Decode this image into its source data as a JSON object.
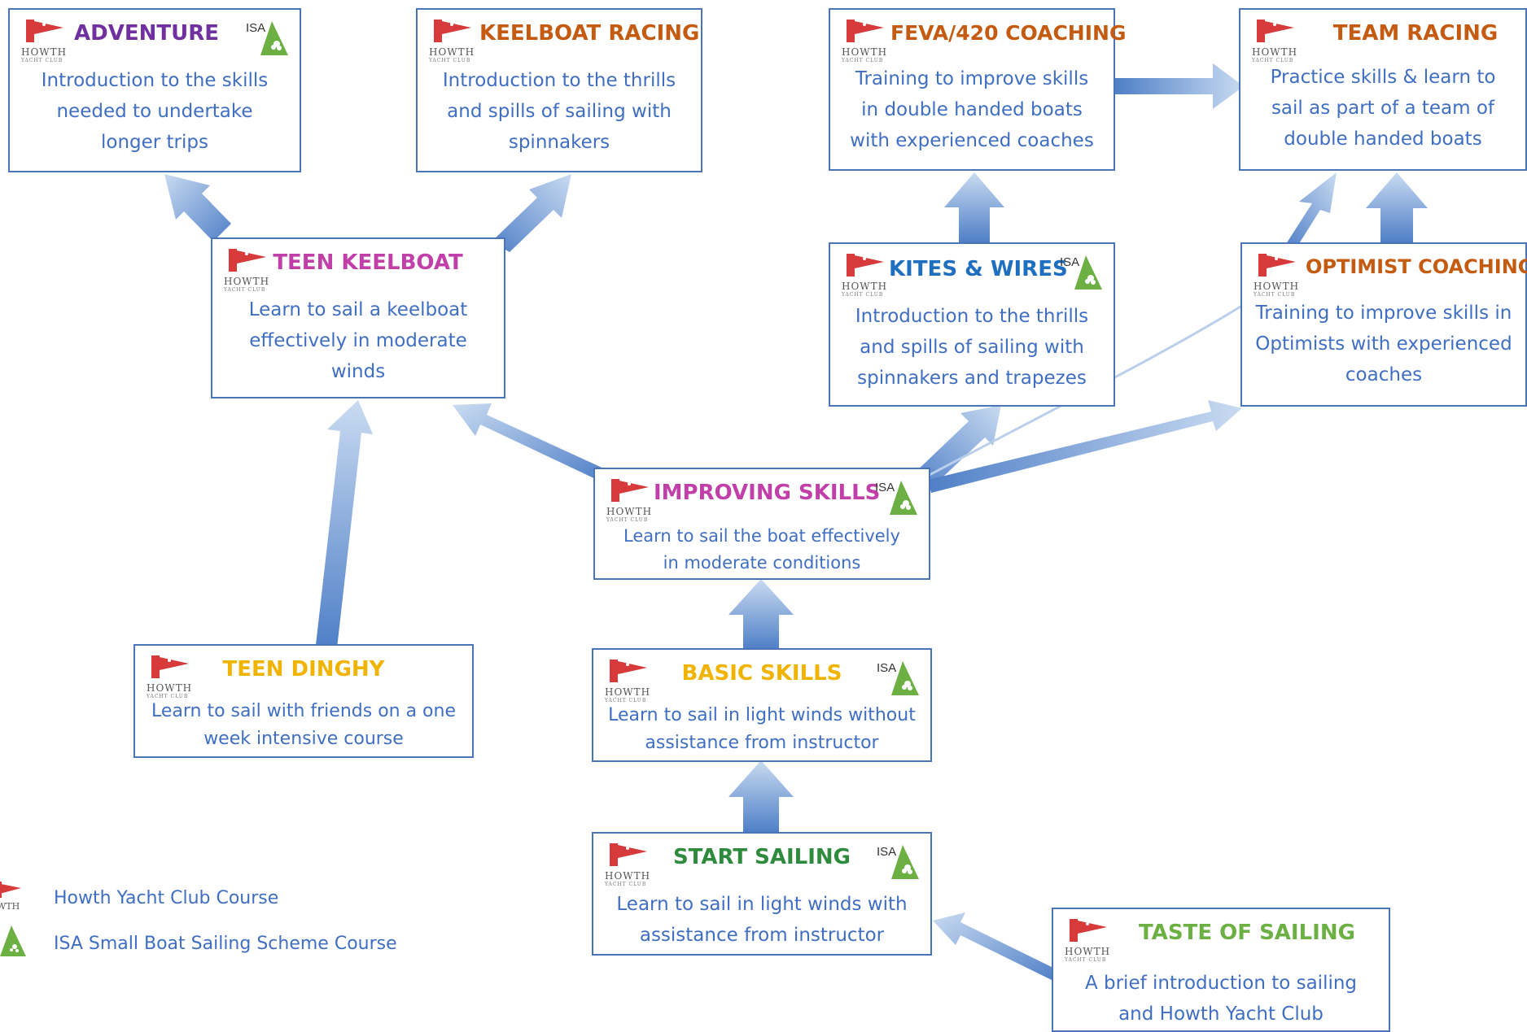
{
  "legend": {
    "hyc_label": "Howth Yacht Club Course",
    "isa_label": "ISA Small Boat Sailing Scheme Course"
  },
  "logos": {
    "hyc_word": "HOWTH",
    "hyc_sub": "YACHT CLUB",
    "isa_word": "ISA"
  },
  "colors": {
    "box_border": "#4a74b8",
    "description": "#3f6ec3",
    "arrow_light": "#c9dbf1",
    "arrow_dark": "#4f7fc7",
    "hyc_flag_red": "#d63a3a",
    "isa_green": "#6cb043"
  },
  "courses": {
    "adventure": {
      "title": "ADVENTURE",
      "color": "#7030a0",
      "description": "Introduction to the skills needed to undertake longer trips"
    },
    "keelboat_racing": {
      "title": "KEELBOAT RACING",
      "color": "#c55a11",
      "description": "Introduction to the thrills and spills of sailing with spinnakers"
    },
    "feva_420": {
      "title": "FEVA/420 COACHING",
      "color": "#c55a11",
      "description": "Training to improve skills in double handed boats with experienced coaches"
    },
    "team_racing": {
      "title": "TEAM RACING",
      "color": "#c55a11",
      "description": "Practice skills & learn to sail as part of a team of double handed boats"
    },
    "teen_keelboat": {
      "title": "TEEN KEELBOAT",
      "color": "#c03fa8",
      "description": "Learn to sail a keelboat effectively in moderate winds"
    },
    "kites_wires": {
      "title": "KITES & WIRES",
      "color": "#1f6fc0",
      "description": "Introduction to the thrills and spills of sailing with spinnakers and trapezes"
    },
    "optimist": {
      "title": "OPTIMIST COACHING",
      "color": "#c55a11",
      "description": "Training to improve skills in Optimists with experienced coaches"
    },
    "improving": {
      "title": "IMPROVING SKILLS",
      "color": "#c03fa8",
      "description": "Learn to sail the boat effectively in moderate conditions"
    },
    "teen_dinghy": {
      "title": "TEEN DINGHY",
      "color": "#f0b400",
      "description": "Learn to sail with friends on a one week intensive course"
    },
    "basic": {
      "title": "BASIC SKILLS",
      "color": "#f0b400",
      "description": "Learn to sail in light winds without assistance from instructor"
    },
    "start": {
      "title": "START SAILING",
      "color": "#2e8b3d",
      "description": "Learn to sail in light winds with assistance from instructor"
    },
    "taste": {
      "title": "TASTE OF SAILING",
      "color": "#6cb043",
      "description": "A brief introduction to sailing and Howth Yacht Club"
    }
  }
}
